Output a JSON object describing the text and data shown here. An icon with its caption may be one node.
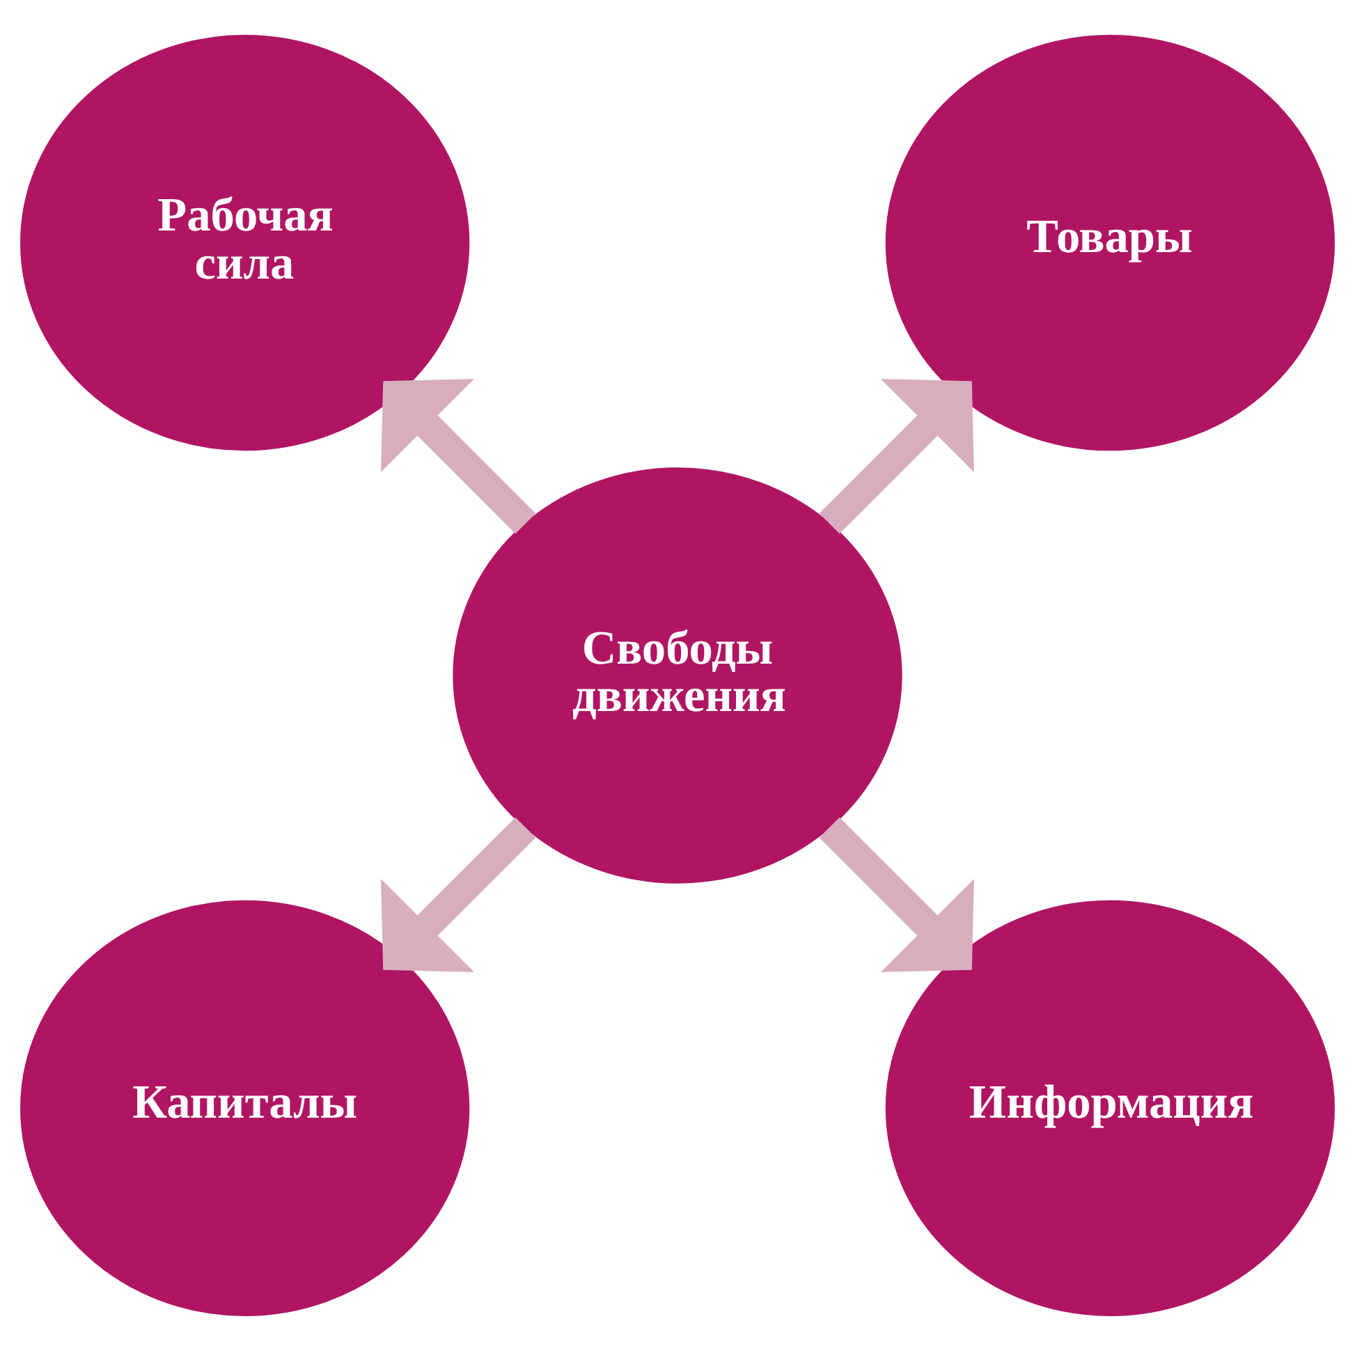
{
  "diagram": {
    "nodes": [
      {
        "text": [
          "Свободы движения"
        ]
      },
      {
        "text": [
          "Товары"
        ]
      },
      {
        "text": [
          "Рабочая сила"
        ]
      },
      {
        "text": [
          "Капиталы"
        ]
      },
      {
        "text": [
          "Информация"
        ]
      }
    ],
    "edges": [
      {
        "from": 0,
        "to": 1,
        "arrow": "to"
      },
      {
        "from": 0,
        "to": 2,
        "arrow": "to"
      },
      {
        "from": 0,
        "to": 3,
        "arrow": "to"
      },
      {
        "from": 0,
        "to": 4,
        "arrow": "to"
      }
    ]
  }
}
